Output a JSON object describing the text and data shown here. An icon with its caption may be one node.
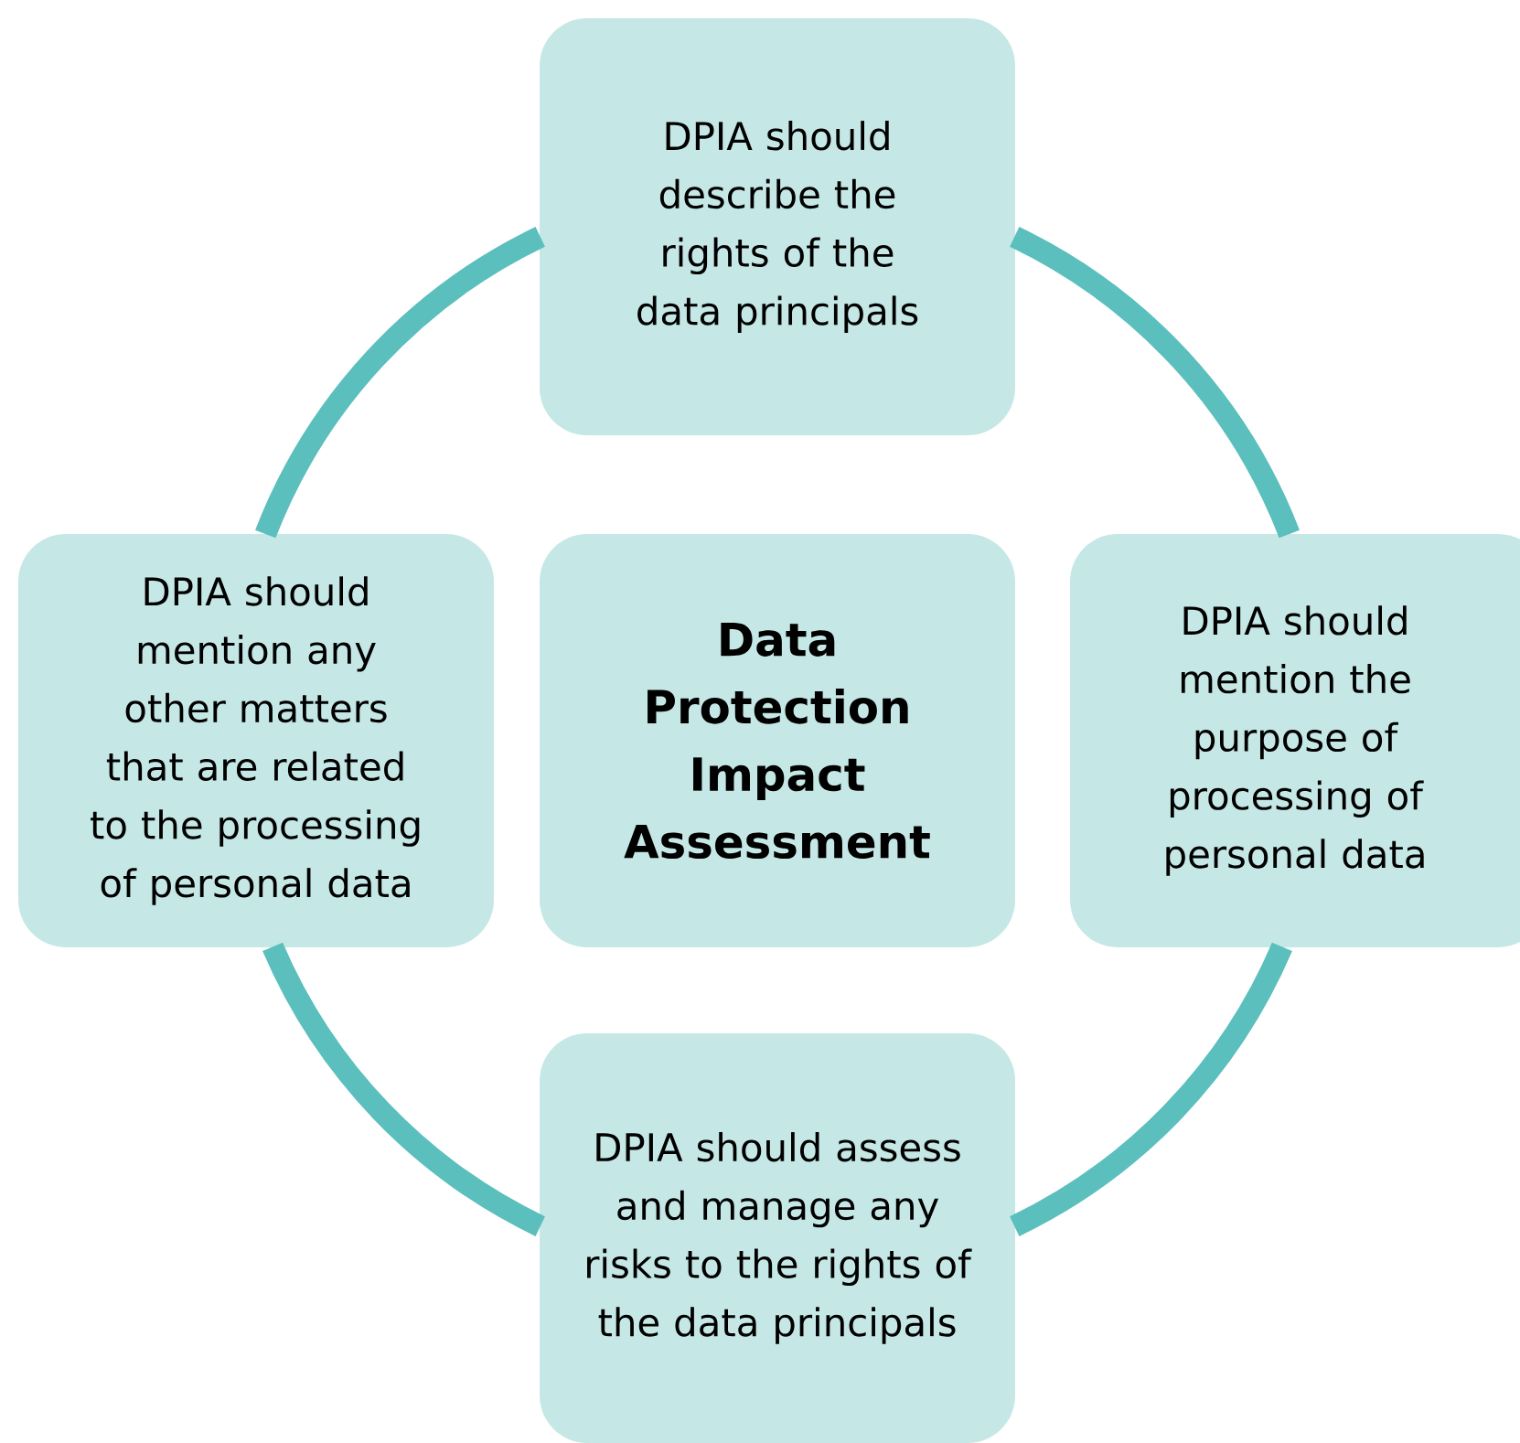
{
  "diagram": {
    "nodes": [
      {
        "text": [
          "DPIA should describe the rights of the data principals"
        ]
      },
      {
        "text": [
          "DPIA should mention any other matters that are related to the processing of personal data"
        ]
      },
      {
        "text": [
          "Data Protection Impact Assessment"
        ]
      },
      {
        "text": [
          "DPIA should mention the purpose of processing of personal data"
        ]
      },
      {
        "text": [
          "DPIA should assess and manage any risks to the rights of the data principals"
        ]
      }
    ],
    "edges": [
      {
        "from": 0,
        "to": 3,
        "arrow": "none"
      },
      {
        "from": 3,
        "to": 4,
        "arrow": "none"
      },
      {
        "from": 4,
        "to": 1,
        "arrow": "none"
      },
      {
        "from": 1,
        "to": 0,
        "arrow": "none"
      }
    ]
  }
}
